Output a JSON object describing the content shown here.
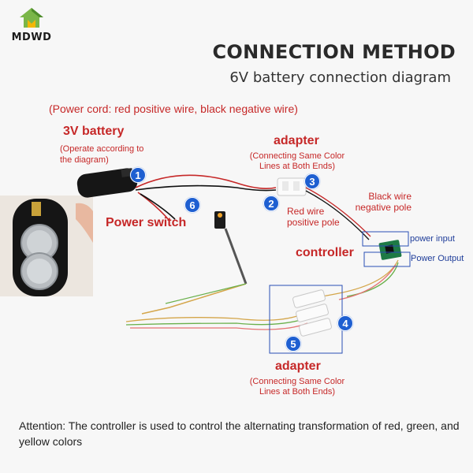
{
  "brand": {
    "logo_text": "MDWD"
  },
  "header": {
    "title": "CONNECTION METHOD",
    "subtitle": "6V battery connection diagram"
  },
  "notes": {
    "power_cord": "(Power cord: red positive wire, black negative wire)",
    "attention": "Attention: The controller is used to control the alternating transformation of red, green, and yellow colors"
  },
  "labels": {
    "battery": "3V battery",
    "battery_sub": "(Operate according to the diagram)",
    "adapter_top": "adapter",
    "adapter_top_sub": "(Connecting Same Color Lines at Both Ends)",
    "power_switch": "Power switch",
    "black_wire": "Black wire negative pole",
    "red_wire": "Red wire positive pole",
    "controller": "controller",
    "power_input": "power input",
    "power_output": "Power Output",
    "adapter_bottom": "adapter",
    "adapter_bottom_sub": "(Connecting Same Color Lines at Both Ends)"
  },
  "steps": [
    "1",
    "2",
    "3",
    "4",
    "5",
    "6"
  ],
  "colors": {
    "accent_red": "#c62828",
    "badge_blue": "#1e5fd1",
    "outline_blue": "#2a4fb5"
  }
}
